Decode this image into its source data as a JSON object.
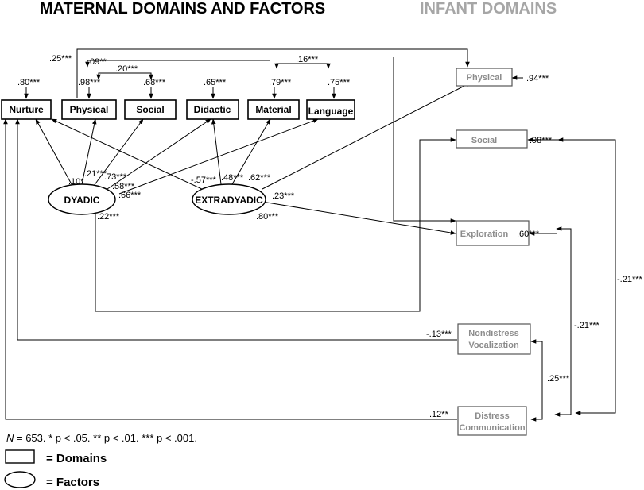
{
  "headings": {
    "maternal": "MATERNAL DOMAINS AND FACTORS",
    "infant": "INFANT DOMAINS"
  },
  "maternal_domains": {
    "nurture": "Nurture",
    "physical": "Physical",
    "social": "Social",
    "didactic": "Didactic",
    "material": "Material",
    "language": "Language"
  },
  "factors": {
    "dyadic": "DYADIC",
    "extradyadic": "EXTRADYADIC"
  },
  "infant_domains": {
    "physical": "Physical",
    "social": "Social",
    "exploration": "Exploration",
    "nondistress_line1": "Nondistress",
    "nondistress_line2": "Vocalization",
    "distress_line1": "Distress",
    "distress_line2": "Communication"
  },
  "coefficients": {
    "nurture_r2": ".80***",
    "physical_r2": ".98***",
    "social_r2": ".68***",
    "didactic_r2": ".65***",
    "material_r2": ".79***",
    "language_r2": ".75***",
    "phys_soc_cov": ".20***",
    "phys_mat_cov": ".09**",
    "mat_lang_cov": ".16***",
    "physical_top": ".25***",
    "dy_nurture": ".10*",
    "dy_physical": ".21***",
    "dy_social": ".73***",
    "dy_didactic": ".58***",
    "dy_language": ".66***",
    "dy_exploration": ".22***",
    "ex_nurture": "-.57***",
    "ex_didactic": ".48***",
    "ex_material": ".62***",
    "ex_physical": ".23***",
    "ex_exploration": ".80***",
    "inf_physical_r2": ".94***",
    "inf_social_r2": ".98***",
    "inf_exploration_r2": ".60***",
    "nondistress_path": "-.13***",
    "distress_path": ".12**",
    "nd_dc_cov": ".25***",
    "expl_dc_cov": "-.21***",
    "social_dc_cov": "-.21***"
  },
  "note": {
    "n_label": "N",
    "text": " = 653. * p < .05. ** p < .01. *** p < .001."
  },
  "legend": {
    "domains": "= Domains",
    "factors": "= Factors"
  }
}
